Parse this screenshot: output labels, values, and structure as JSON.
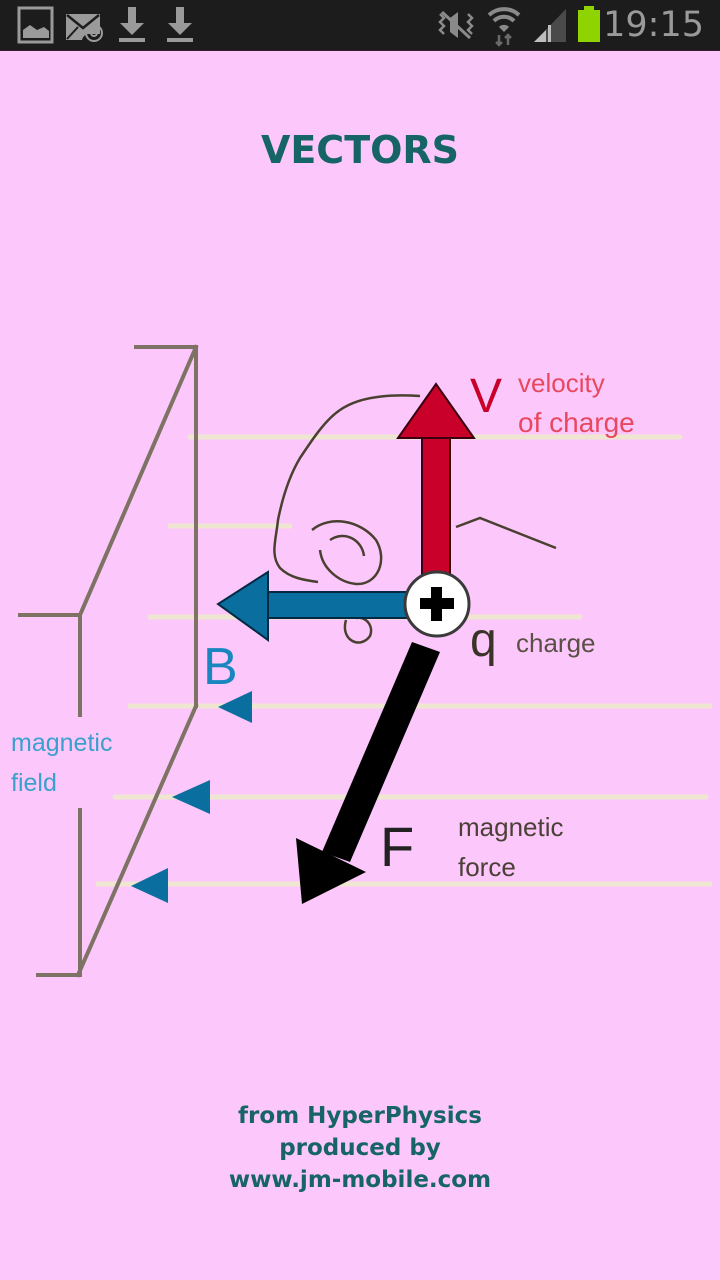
{
  "status_bar": {
    "left_icons": [
      "gallery-icon",
      "email-icon",
      "download-icon",
      "download-icon"
    ],
    "right_icons": [
      "mute-icon",
      "wifi-icon",
      "signal-icon",
      "battery-icon"
    ],
    "time": "19:15",
    "battery_color": "#8fd400"
  },
  "page": {
    "title": "VECTORS",
    "background": "#fcc8fc",
    "accent": "#166466"
  },
  "diagram": {
    "velocity": {
      "symbol": "V",
      "label_line1": "velocity",
      "label_line2": "of charge",
      "color": "#c8002a"
    },
    "field": {
      "symbol": "B",
      "label_line1": "magnetic",
      "label_line2": "field",
      "color": "#0a6e9e"
    },
    "charge": {
      "symbol": "q",
      "label": "charge",
      "sign": "+"
    },
    "force": {
      "symbol": "F",
      "label_line1": "magnetic",
      "label_line2": "force",
      "color": "#000000"
    }
  },
  "credits": {
    "line1": "from HyperPhysics",
    "line2": "produced by",
    "line3": "www.jm-mobile.com"
  }
}
